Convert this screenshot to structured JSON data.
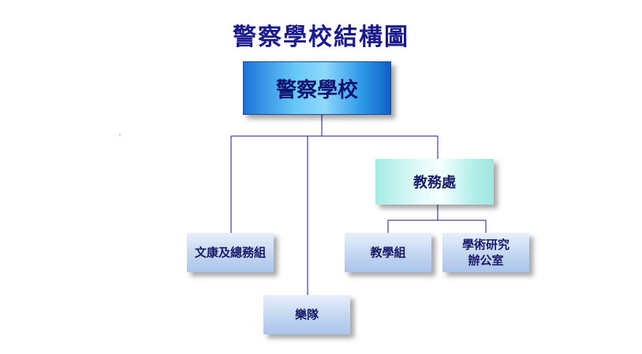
{
  "title": "警察學校結構圖",
  "root": {
    "label": "警察學校"
  },
  "department": {
    "label": "教務處"
  },
  "units": {
    "general_affairs": "文康及總務組",
    "teaching": "教學組",
    "research_line1": "學術研究",
    "research_line2": "辦公室",
    "band": "樂隊"
  },
  "colors": {
    "title": "#1a1a8c",
    "connector": "#1a1a8c",
    "root_fill": "#4fb4f0",
    "department_fill": "#c8f4f0",
    "unit_fill": "#c9daf2"
  }
}
